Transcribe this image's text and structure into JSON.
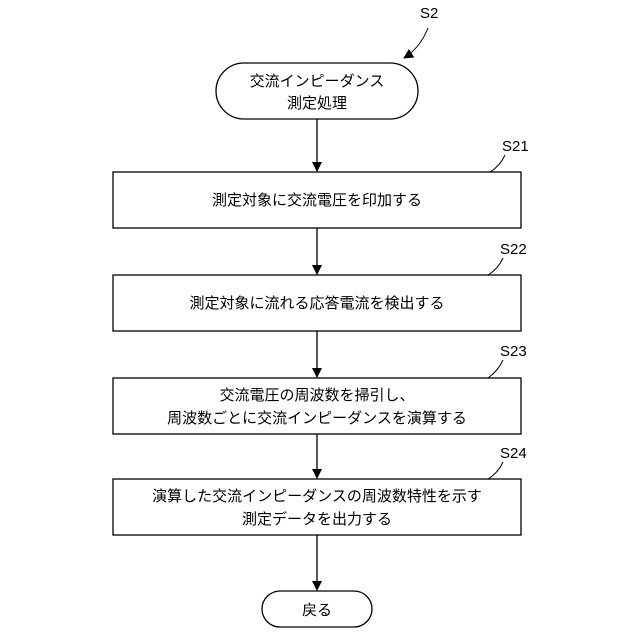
{
  "flowchart": {
    "start": {
      "label_id": "S2",
      "lines": [
        "交流インピーダンス",
        "測定処理"
      ]
    },
    "steps": [
      {
        "label_id": "S21",
        "lines": [
          "測定対象に交流電圧を印加する"
        ]
      },
      {
        "label_id": "S22",
        "lines": [
          "測定対象に流れる応答電流を検出する"
        ]
      },
      {
        "label_id": "S23",
        "lines": [
          "交流電圧の周波数を掃引し、",
          "周波数ごとに交流インピーダンスを演算する"
        ]
      },
      {
        "label_id": "S24",
        "lines": [
          "演算した交流インピーダンスの周波数特性を示す",
          "測定データを出力する"
        ]
      }
    ],
    "end": {
      "lines": [
        "戻る"
      ]
    }
  }
}
